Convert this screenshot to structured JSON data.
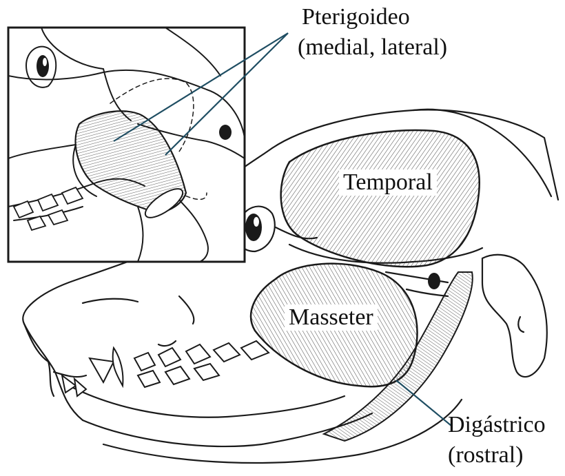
{
  "labels": {
    "pterigoideo": "Pterigoideo",
    "pterigoideo_sub": "(medial, lateral)",
    "temporal": "Temporal",
    "masseter": "Masseter",
    "digastrico": "Digástrico",
    "digastrico_sub": "(rostral)"
  },
  "colors": {
    "outline": "#1a1a1a",
    "leader_line": "#1f4e63",
    "background": "#ffffff"
  }
}
